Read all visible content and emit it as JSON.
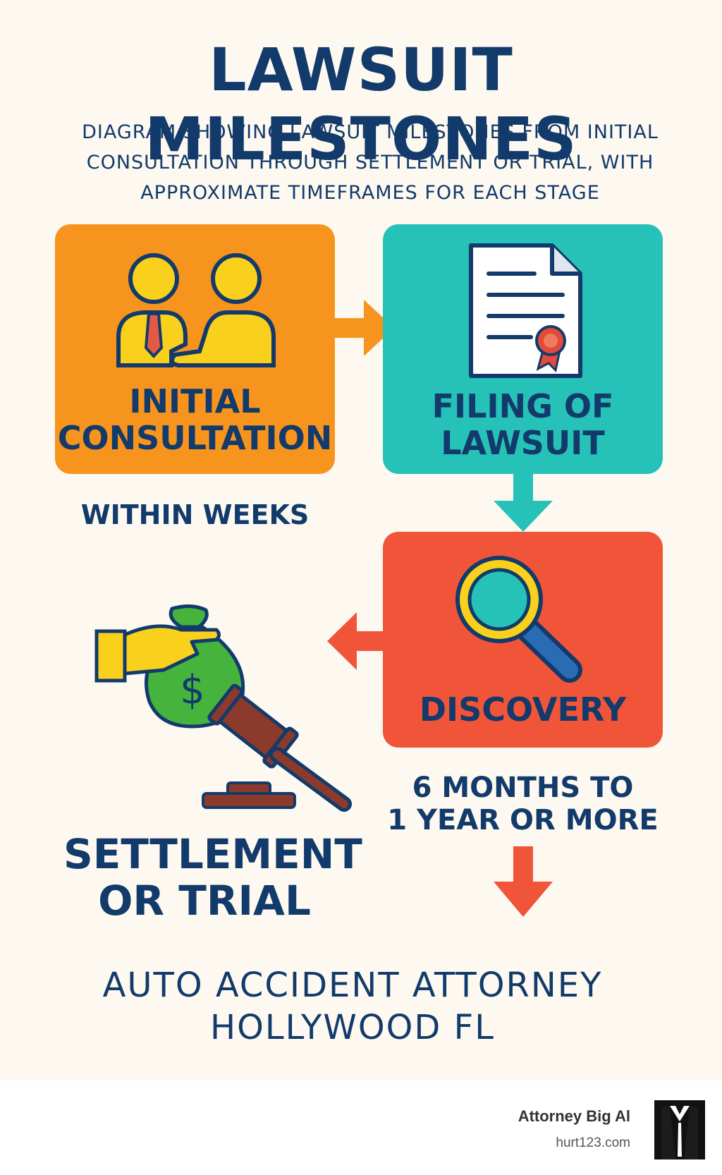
{
  "title": "LAWSUIT MILESTONES",
  "subtitle": "DIAGRAM SHOWING LAWSUIT MILESTONES FROM INITIAL CONSULTATION THROUGH SETTLEMENT OR TRIAL, WITH APPROXIMATE TIMEFRAMES FOR EACH STAGE",
  "stages": {
    "initial": {
      "label_line1": "INITIAL",
      "label_line2": "CONSULTATION",
      "timeframe": "WITHIN WEEKS",
      "color": "#f7941d"
    },
    "filing": {
      "label_line1": "FILING OF",
      "label_line2": "LAWSUIT",
      "color": "#26c2b8"
    },
    "discovery": {
      "label": "DISCOVERY",
      "timeframe_line1": "6 MONTHS TO",
      "timeframe_line2": "1 YEAR OR MORE",
      "color": "#f0553a"
    },
    "settlement": {
      "label_line1": "SETTLEMENT",
      "label_line2": "OR TRIAL",
      "money_symbol": "$"
    }
  },
  "firm": {
    "line1": "AUTO ACCIDENT ATTORNEY",
    "line2": "HOLLYWOOD FL"
  },
  "brand": {
    "name": "Attorney Big Al",
    "url": "hurt123.com"
  },
  "icons": [
    "handshake-icon",
    "document-icon",
    "magnifier-icon",
    "money-bag-icon",
    "gavel-icon",
    "tuxedo-logo-icon"
  ]
}
